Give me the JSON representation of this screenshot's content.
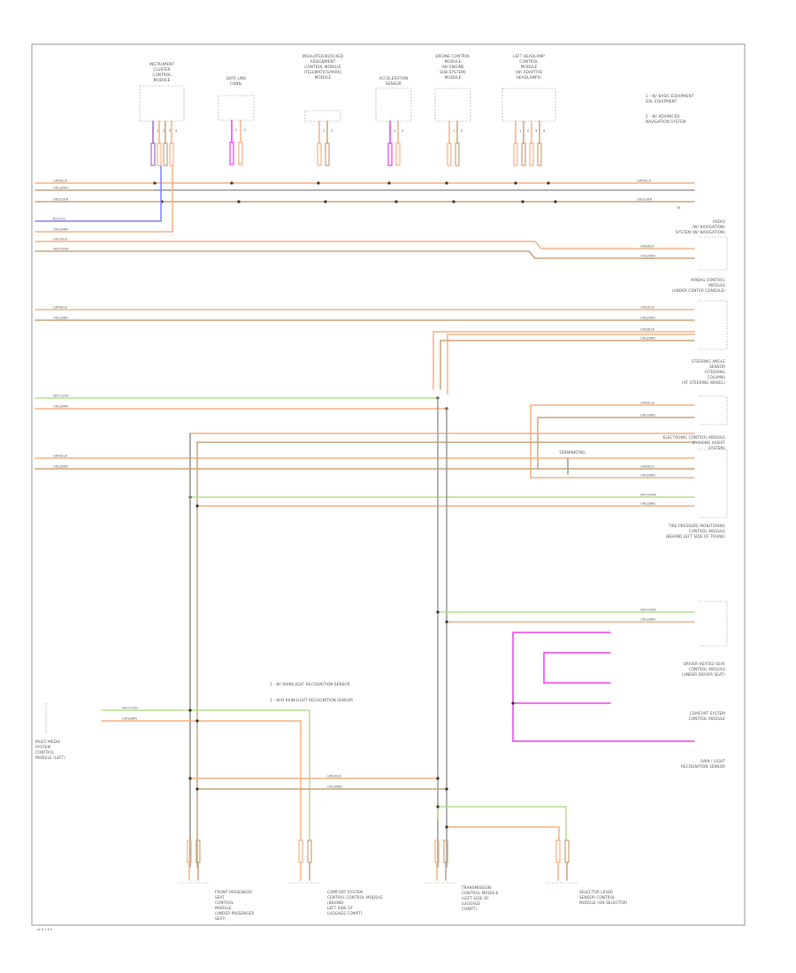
{
  "colors": {
    "orange": "#f4b183",
    "brown": "#c8a27a",
    "green": "#b7dd8e",
    "blue": "#7b7bff",
    "magenta": "#ee3cee",
    "purple": "#9a6ccc",
    "grey": "#999999",
    "dark": "#333333"
  },
  "top_components": [
    {
      "id": "c1",
      "lines": [
        "INSTRUMENT",
        "CLUSTER",
        "CONTROL",
        "MODULE"
      ]
    },
    {
      "id": "c2",
      "lines": [
        "DATA LINK",
        "CONN."
      ]
    },
    {
      "id": "c3",
      "lines": [
        "INSULATED/BLOCKED",
        "ASSIGNMENT",
        "CONTROL MODULE",
        "(TELEMATICS/PARK)",
        "MODULE"
      ]
    },
    {
      "id": "c4",
      "lines": [
        "ACCELERATION",
        "SENSOR"
      ]
    },
    {
      "id": "c5",
      "lines": [
        "ENGINE CONTROL",
        "MODULE",
        "(W/ ENGINE",
        "SUB-SYSTEM)",
        "MODULE"
      ]
    },
    {
      "id": "c6",
      "lines": [
        "LEFT HEADLAMP",
        "CONTROL",
        "MODULE",
        "(W/ ADAPTIVE",
        "HEADLAMPS)"
      ]
    }
  ],
  "notes_top": [
    "1 - W/ BASIC EQUIPMENT",
    "   DSL EQUIPMENT",
    "2 - W/ ADVANCED",
    "   NAVIGATION SYSTEM"
  ],
  "right_components": [
    {
      "id": "r1",
      "lines": [
        "RADIO",
        "(W/ NAVIGATION)",
        "SYSTEM (W/ NAVIGATION)"
      ]
    },
    {
      "id": "r2",
      "lines": [
        "AIRBAG CONTROL",
        "MODULE",
        "(UNDER CENTER CONSOLE)"
      ]
    },
    {
      "id": "r3",
      "lines": [
        "STEERING ANGLE",
        "SENSOR",
        "(STEERING",
        "COLUMN)",
        "(AT STEERING WHEEL)"
      ]
    },
    {
      "id": "r4",
      "lines": [
        "ELECTRONIC CONTROL MODULE",
        "(PARKING ASSIST",
        "SYSTEM)"
      ]
    },
    {
      "id": "r5",
      "lines": [
        "TIRE PRESSURE MONITORING",
        "CONTROL MODULE",
        "(BEHIND LEFT SIDE OF TRUNK)"
      ]
    },
    {
      "id": "r6",
      "lines": [
        "DRIVER HEATED SEAT",
        "CONTROL MODULE",
        "(UNDER DRIVER SEAT)"
      ]
    },
    {
      "id": "r7",
      "lines": [
        "COMFORT SYSTEM",
        "CONTROL MODULE"
      ]
    },
    {
      "id": "r8",
      "lines": [
        "RAIN / LIGHT",
        "RECOGNITION SENSOR"
      ]
    }
  ],
  "sub_label": "TERMINATING",
  "notes_mid": [
    "1 - W/ RAIN/LIGHT RECOGNITION SENSOR",
    "2 - W/O RAIN/LIGHT RECOGNITION SENSOR"
  ],
  "left_component": {
    "lines": [
      "MULTI MEDIA",
      "SYSTEM",
      "CONTROL",
      "MODULE (LEFT)"
    ]
  },
  "bottom_components": [
    {
      "id": "b1",
      "lines": [
        "FRONT PASSENGER",
        "SEAT",
        "CONTROL",
        "MODULE",
        "(UNDER PASSENGER",
        "SEAT)"
      ]
    },
    {
      "id": "b2",
      "lines": [
        "COMFORT SYSTEM",
        "CENTRAL CONTROL MODULE",
        "(BEHIND",
        "LEFT SIDE OF",
        "LUGGAGE COMPT)"
      ]
    },
    {
      "id": "b3",
      "lines": [
        "TRANSMISSION",
        "CONTROL MODULE",
        "(LEFT SIDE OF",
        "LUGGAGE",
        "COMPT)"
      ]
    },
    {
      "id": "b4",
      "lines": [
        "SELECTOR LEVER",
        "SENSOR CONTROL",
        "MODULE (ON SELECTOR)"
      ]
    }
  ],
  "wire_labels": [
    "GRN/BLK",
    "ORG/BRN",
    "ORG/GRN",
    "BLU/YEL",
    "ORG/BLK",
    "WHT/GRN"
  ],
  "footer_code": "W 6 7 8 9"
}
